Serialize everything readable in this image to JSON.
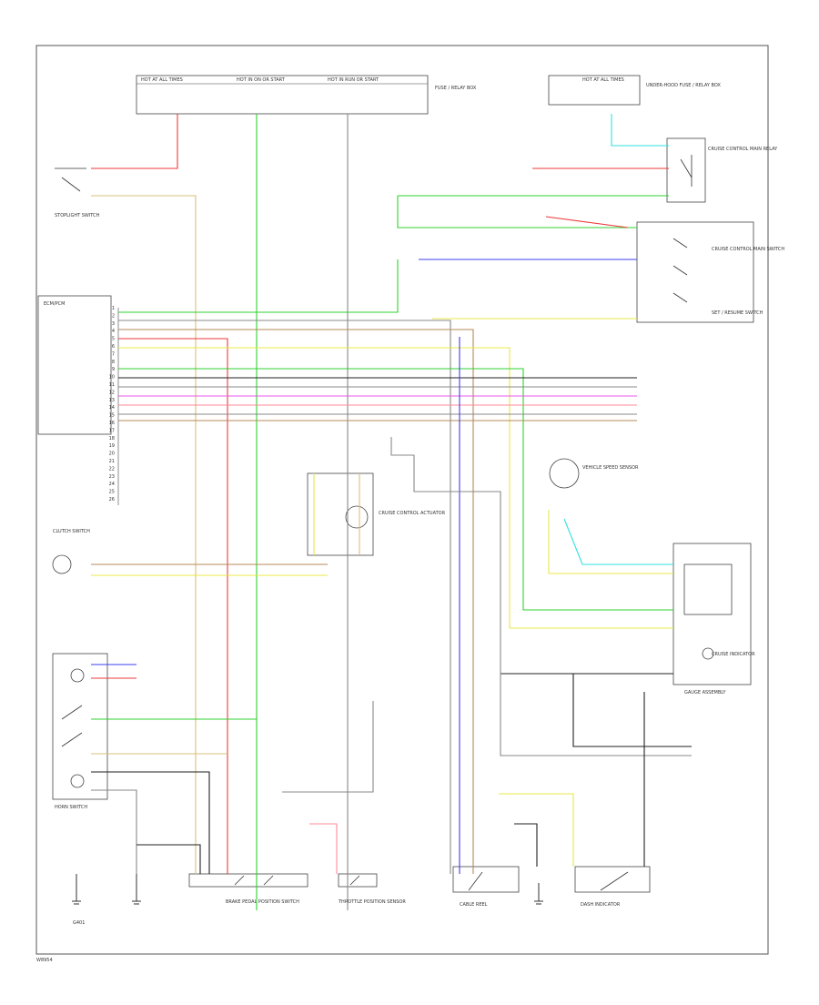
{
  "diagram": {
    "footer_code": "W8954",
    "fuse_boxes": {
      "under_dash_fuse_box": [
        "HOT AT ALL TIMES",
        "HOT IN ON OR START",
        "HOT IN RUN OR START"
      ],
      "fuse_label": "FUSE / RELAY BOX",
      "under_hood_box": "HOT AT ALL TIMES",
      "under_hood_label": "UNDER-HOOD FUSE / RELAY BOX"
    },
    "components": {
      "brake_switch": "STOPLIGHT SWITCH",
      "ecm": "ECM/PCM",
      "main_relay": "CRUISE CONTROL MAIN RELAY",
      "cruise_switch": "CRUISE CONTROL MAIN SWITCH",
      "set_resume": "SET / RESUME SWITCH",
      "actuator": "CRUISE CONTROL ACTUATOR",
      "vss": "VEHICLE SPEED SENSOR",
      "gauge": "GAUGE ASSEMBLY",
      "indicator": "CRUISE INDICATOR",
      "clutch": "CLUTCH SWITCH",
      "brake_pedal": "BRAKE PEDAL POSITION SWITCH",
      "tps": "THROTTLE POSITION SENSOR",
      "horn": "HORN SWITCH",
      "cable_reel": "CABLE REEL",
      "ground": "G401",
      "dash": "DASH INDICATOR"
    },
    "pin_labels": [
      "1",
      "2",
      "3",
      "4",
      "5",
      "6",
      "7",
      "8",
      "9",
      "10",
      "11",
      "12",
      "13",
      "14",
      "15",
      "16",
      "17",
      "18",
      "19",
      "20",
      "21",
      "22",
      "23",
      "24",
      "25",
      "26"
    ],
    "wire_colors": {
      "red": "#ee3a3a",
      "green": "#2fd12f",
      "yellow": "#e8e84a",
      "blue": "#3e3ef0",
      "cyan": "#32e0e0",
      "magenta": "#e85ae8",
      "pink": "#ff8a9a",
      "brown": "#b48a5a",
      "grey": "#888888",
      "black": "#222222",
      "tan": "#d8c07a"
    }
  }
}
